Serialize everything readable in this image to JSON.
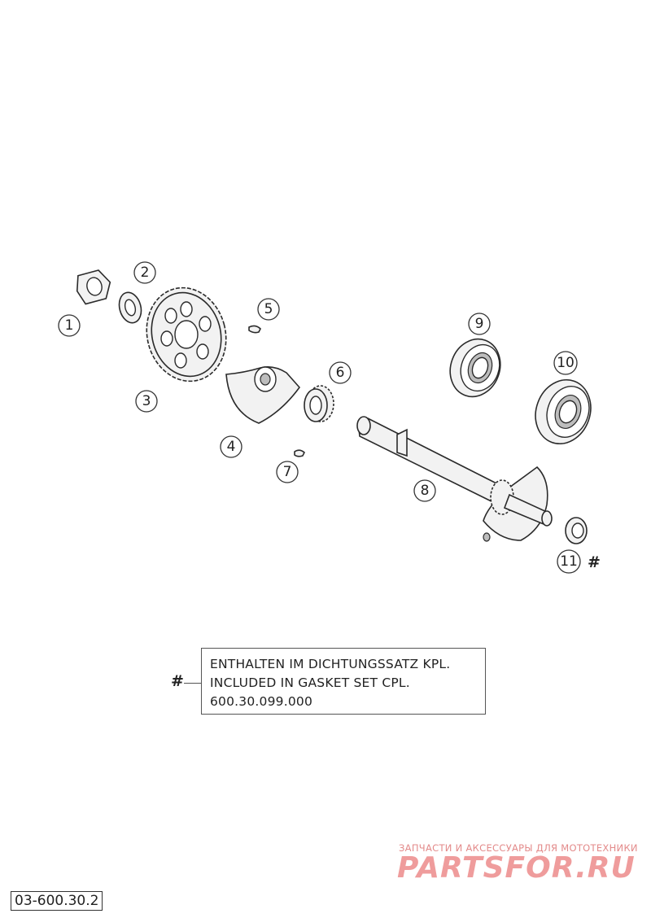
{
  "callouts": [
    {
      "id": "1",
      "label": "1"
    },
    {
      "id": "2",
      "label": "2"
    },
    {
      "id": "3",
      "label": "3"
    },
    {
      "id": "4",
      "label": "4"
    },
    {
      "id": "5",
      "label": "5"
    },
    {
      "id": "6",
      "label": "6"
    },
    {
      "id": "7",
      "label": "7"
    },
    {
      "id": "8",
      "label": "8"
    },
    {
      "id": "9",
      "label": "9"
    },
    {
      "id": "10",
      "label": "10"
    },
    {
      "id": "11",
      "label": "11"
    }
  ],
  "part11_marker": "#",
  "note": {
    "marker": "#",
    "line1": "ENTHALTEN IM DICHTUNGSSATZ KPL.",
    "line2": "INCLUDED IN GASKET SET CPL.",
    "line3": "600.30.099.000"
  },
  "watermark": {
    "tagline": "ЗАПЧАСТИ И АКСЕССУАРЫ ДЛЯ МОТОТЕХНИКИ",
    "logo": "PARTSFOR.RU",
    "color": "#ef9c9c"
  },
  "drawing_code": "03-600.30.2"
}
